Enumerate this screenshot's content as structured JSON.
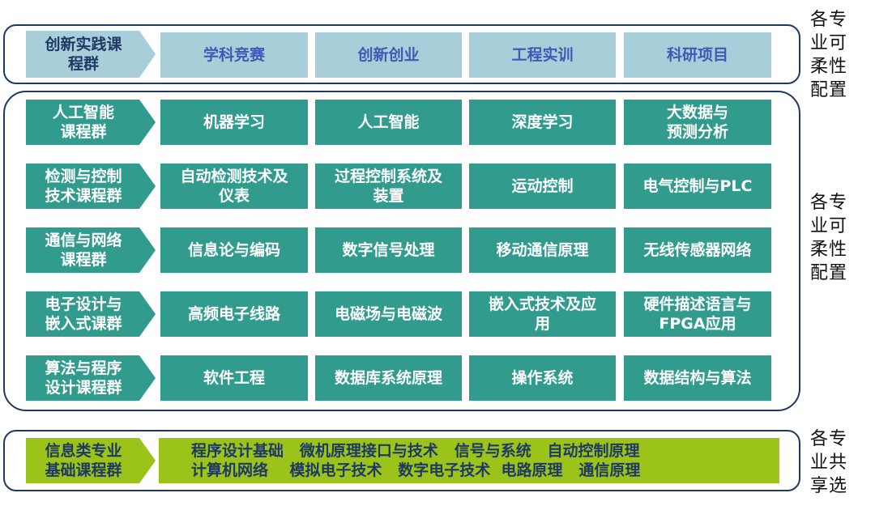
{
  "top_group": {
    "label": [
      "创新实践课",
      "程群"
    ],
    "items": [
      "学科竞赛",
      "创新创业",
      "工程实训",
      "科研项目"
    ],
    "side_note": [
      "各专",
      "业可",
      "柔性",
      "配置"
    ]
  },
  "middle_groups": [
    {
      "label": [
        "人工智能",
        "课程群"
      ],
      "items": [
        [
          "机器学习"
        ],
        [
          "人工智能"
        ],
        [
          "深度学习"
        ],
        [
          "大数据与",
          "预测分析"
        ]
      ]
    },
    {
      "label": [
        "检测与控制",
        "技术课程群"
      ],
      "items": [
        [
          "自动检测技术及",
          "仪表"
        ],
        [
          "过程控制系统及",
          "装置"
        ],
        [
          "运动控制"
        ],
        [
          "电气控制与PLC"
        ]
      ]
    },
    {
      "label": [
        "通信与网络",
        "课程群"
      ],
      "items": [
        [
          "信息论与编码"
        ],
        [
          "数字信号处理"
        ],
        [
          "移动通信原理"
        ],
        [
          "无线传感器网络"
        ]
      ]
    },
    {
      "label": [
        "电子设计与",
        "嵌入式课群"
      ],
      "items": [
        [
          "高频电子线路"
        ],
        [
          "电磁场与电磁波"
        ],
        [
          "嵌入式技术及应",
          "用"
        ],
        [
          "硬件描述语言与",
          "FPGA应用"
        ]
      ]
    },
    {
      "label": [
        "算法与程序",
        "设计课程群"
      ],
      "items": [
        [
          "软件工程"
        ],
        [
          "数据库系统原理"
        ],
        [
          "操作系统"
        ],
        [
          "数据结构与算法"
        ]
      ]
    }
  ],
  "middle_side_note": [
    "各专",
    "业可",
    "柔性",
    "配置"
  ],
  "bottom_group": {
    "label": [
      "信息类专业",
      "基础课程群"
    ],
    "lines": [
      "程序设计基础   微机原理接口与技术   信号与系统   自动控制原理",
      "计算机网络    模拟电子技术   数字电子技术  电路原理   通信原理"
    ],
    "side_note": [
      "各专",
      "业共",
      "享选"
    ]
  },
  "colors": {
    "frame": "#1f3864",
    "top_fill": "#a8cfd9",
    "mid_fill": "#319b8d",
    "bottom_fill": "#9bc31a",
    "top_text": "#3d5ab4",
    "dark_text": "#1f3864"
  }
}
